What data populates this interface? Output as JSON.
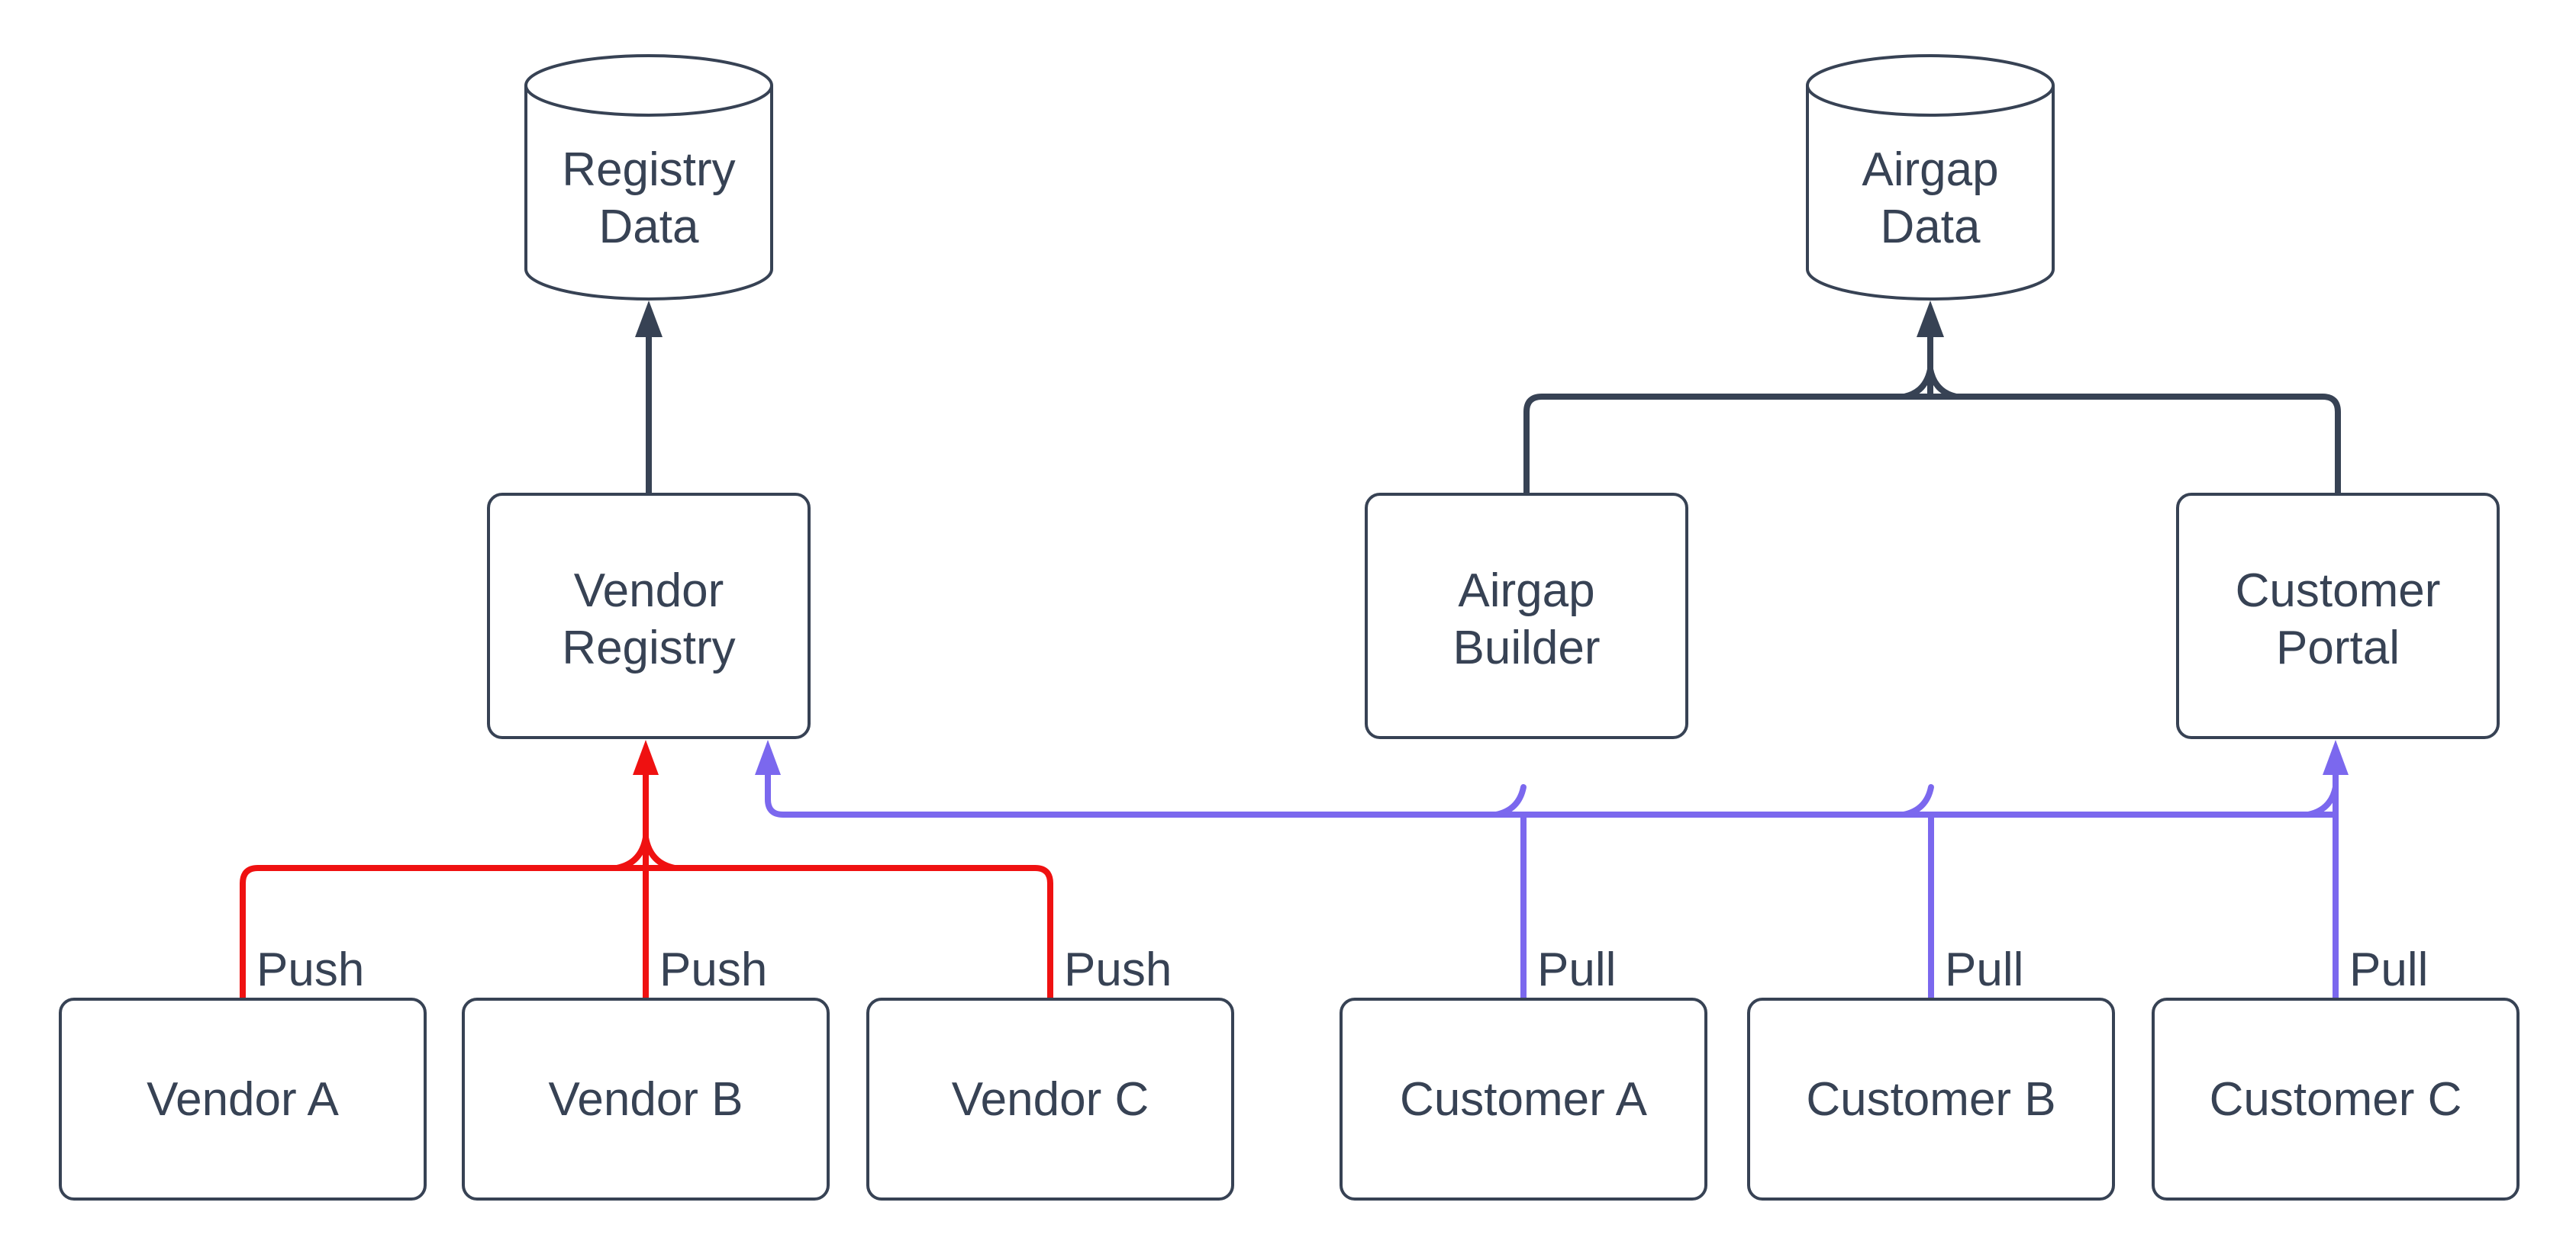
{
  "diagram_type": "flowchart",
  "colors": {
    "dark": "#374254",
    "red": "#ef1111",
    "blue": "#7b68ee",
    "background": "#ffffff"
  },
  "nodes": {
    "registry_data": {
      "shape": "cylinder",
      "label": "Registry Data",
      "line1": "Registry",
      "line2": "Data"
    },
    "airgap_data": {
      "shape": "cylinder",
      "label": "Airgap Data",
      "line1": "Airgap",
      "line2": "Data"
    },
    "vendor_registry": {
      "shape": "rect",
      "label": "Vendor Registry",
      "line1": "Vendor",
      "line2": "Registry"
    },
    "airgap_builder": {
      "shape": "rect",
      "label": "Airgap Builder",
      "line1": "Airgap",
      "line2": "Builder"
    },
    "customer_portal": {
      "shape": "rect",
      "label": "Customer Portal",
      "line1": "Customer",
      "line2": "Portal"
    },
    "vendor_a": {
      "shape": "rect",
      "label": "Vendor A"
    },
    "vendor_b": {
      "shape": "rect",
      "label": "Vendor B"
    },
    "vendor_c": {
      "shape": "rect",
      "label": "Vendor C"
    },
    "customer_a": {
      "shape": "rect",
      "label": "Customer A"
    },
    "customer_b": {
      "shape": "rect",
      "label": "Customer B"
    },
    "customer_c": {
      "shape": "rect",
      "label": "Customer C"
    }
  },
  "edges": [
    {
      "from": "vendor_a",
      "to": "vendor_registry",
      "label": "Push",
      "color": "red"
    },
    {
      "from": "vendor_b",
      "to": "vendor_registry",
      "label": "Push",
      "color": "red"
    },
    {
      "from": "vendor_c",
      "to": "vendor_registry",
      "label": "Push",
      "color": "red"
    },
    {
      "from": "customer_a",
      "to": "vendor_registry",
      "label": "Pull",
      "color": "blue"
    },
    {
      "from": "customer_b",
      "to": "vendor_registry",
      "label": "Pull",
      "color": "blue"
    },
    {
      "from": "customer_c",
      "to": "customer_portal",
      "label": "Pull",
      "color": "blue"
    },
    {
      "from": "vendor_registry",
      "to": "registry_data",
      "label": "",
      "color": "dark"
    },
    {
      "from": "airgap_builder",
      "to": "airgap_data",
      "label": "",
      "color": "dark"
    },
    {
      "from": "customer_portal",
      "to": "airgap_data",
      "label": "",
      "color": "dark"
    }
  ]
}
